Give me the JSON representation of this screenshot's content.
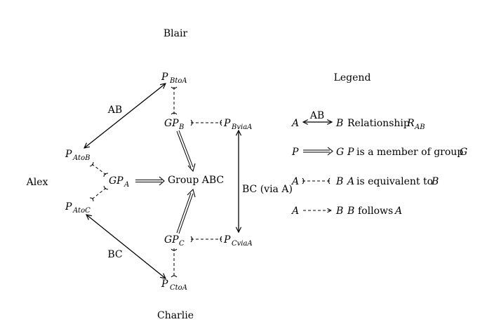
{
  "people": {
    "blair": "Blair",
    "alex": "Alex",
    "charlie": "Charlie"
  },
  "nodes": {
    "p_btoa": {
      "base": "P",
      "sub": "BtoA"
    },
    "gp_b": {
      "base": "GP",
      "sub": "B"
    },
    "p_bvia": {
      "base": "P",
      "sub": "BviaA"
    },
    "p_atob": {
      "base": "P",
      "sub": "AtoB"
    },
    "gp_a": {
      "base": "GP",
      "sub": "A"
    },
    "group": "Group ABC",
    "p_atoc": {
      "base": "P",
      "sub": "AtoC"
    },
    "gp_c": {
      "base": "GP",
      "sub": "C"
    },
    "p_cvia": {
      "base": "P",
      "sub": "CviaA"
    },
    "p_ctoa": {
      "base": "P",
      "sub": "CtoA"
    }
  },
  "edge_labels": {
    "ab": "AB",
    "bc": "BC",
    "bc_via_a": "BC (via A)"
  },
  "legend": {
    "title": "Legend",
    "rows": [
      {
        "left": "A",
        "over": "AB",
        "right": "B",
        "text": "Relationship",
        "math": "R",
        "math_sub": "AB"
      },
      {
        "left": "P",
        "right": "G",
        "math_text": "P",
        "text": "is a member of group",
        "math_end": "G"
      },
      {
        "left": "A",
        "right": "B",
        "math_text": "A",
        "text": "is equivalent to",
        "math_end": "B"
      },
      {
        "left": "A",
        "right": "B",
        "math_text": "B",
        "text": "follows",
        "math_end": "A"
      }
    ]
  }
}
